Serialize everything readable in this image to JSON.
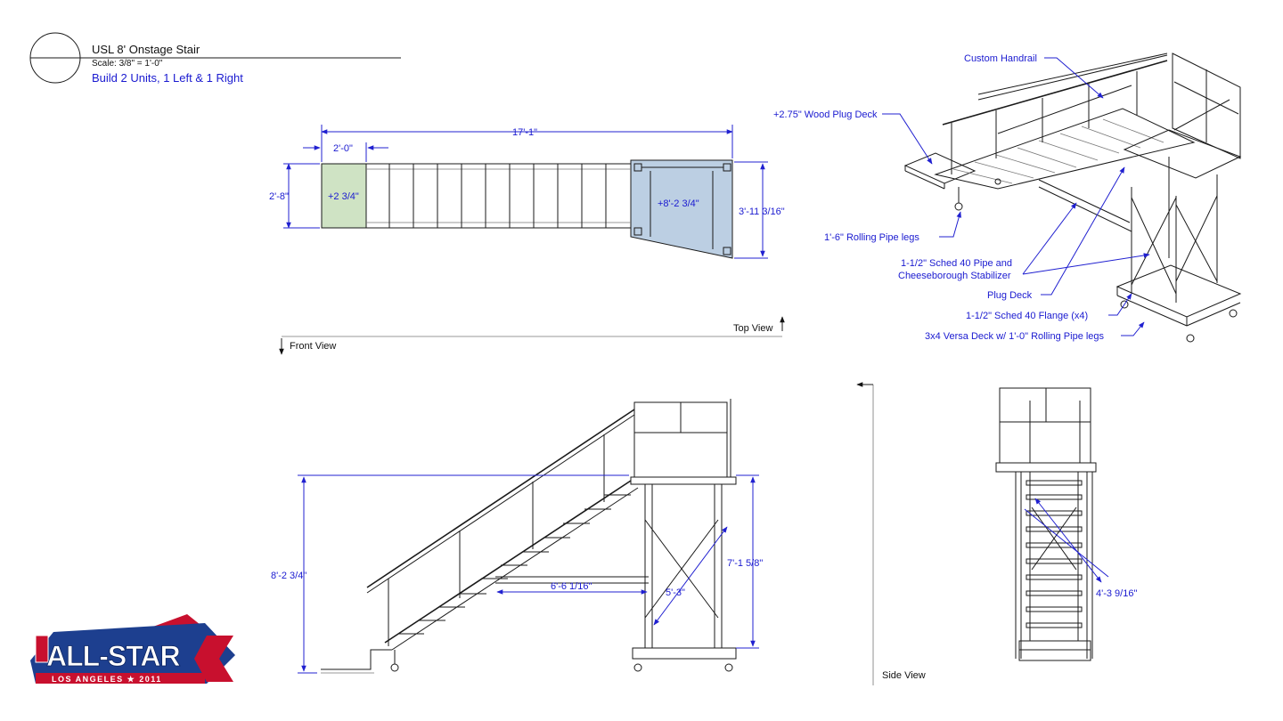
{
  "title_block": {
    "title": "USL 8' Onstage Stair",
    "scale": "Scale: 3/8\" = 1'-0\"",
    "note": "Build 2 Units, 1 Left & 1 Right"
  },
  "view_labels": {
    "top": "Top View",
    "front": "Front View",
    "side": "Side View"
  },
  "top_view": {
    "overall_length": "17'-1\"",
    "first_step_depth": "2'-0\"",
    "width": "2'-8\"",
    "landing_height": "+2 3/4\"",
    "platform_height": "+8'-2 3/4\"",
    "platform_width": "3'-11 3/16\""
  },
  "front_view": {
    "height": "8'-2 3/4\"",
    "run": "6'-6 1/16\"",
    "brace_length": "5'-3\"",
    "leg_height": "7'-1 5/8\""
  },
  "side_view": {
    "diagonal": "4'-3 9/16\""
  },
  "callouts": [
    "Custom Handrail",
    "+2.75\" Wood Plug Deck",
    "1'-6\" Rolling Pipe legs",
    "1-1/2\" Sched 40 Pipe and",
    "Cheeseborough Stabilizer",
    "Plug Deck",
    "1-1/2\" Sched 40 Flange (x4)",
    "3x4 Versa Deck w/ 1'-0\" Rolling Pipe legs"
  ],
  "logo": {
    "main": "ALL-STAR",
    "sub": "LOS ANGELES ★ 2011"
  },
  "colors": {
    "dimension": "#1a1ad0",
    "green_fill": "#cfe3c4",
    "blue_fill": "#bccfe3",
    "logo_blue": "#1d3f8f",
    "logo_red": "#c8102e"
  }
}
